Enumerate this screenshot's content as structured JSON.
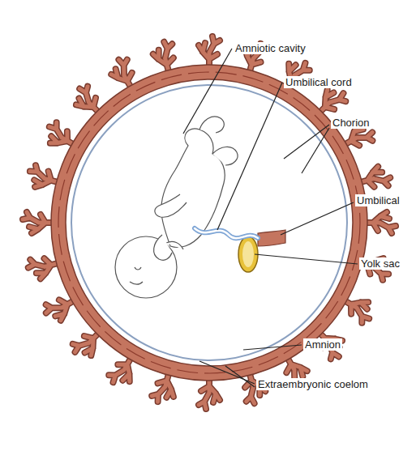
{
  "diagram": {
    "labels": [
      "Amniotic cavity",
      "Umbilical cord",
      "Chorion",
      "Umbilical",
      "Yolk sac",
      "Amnion",
      "Extraembryonic coelom"
    ]
  }
}
